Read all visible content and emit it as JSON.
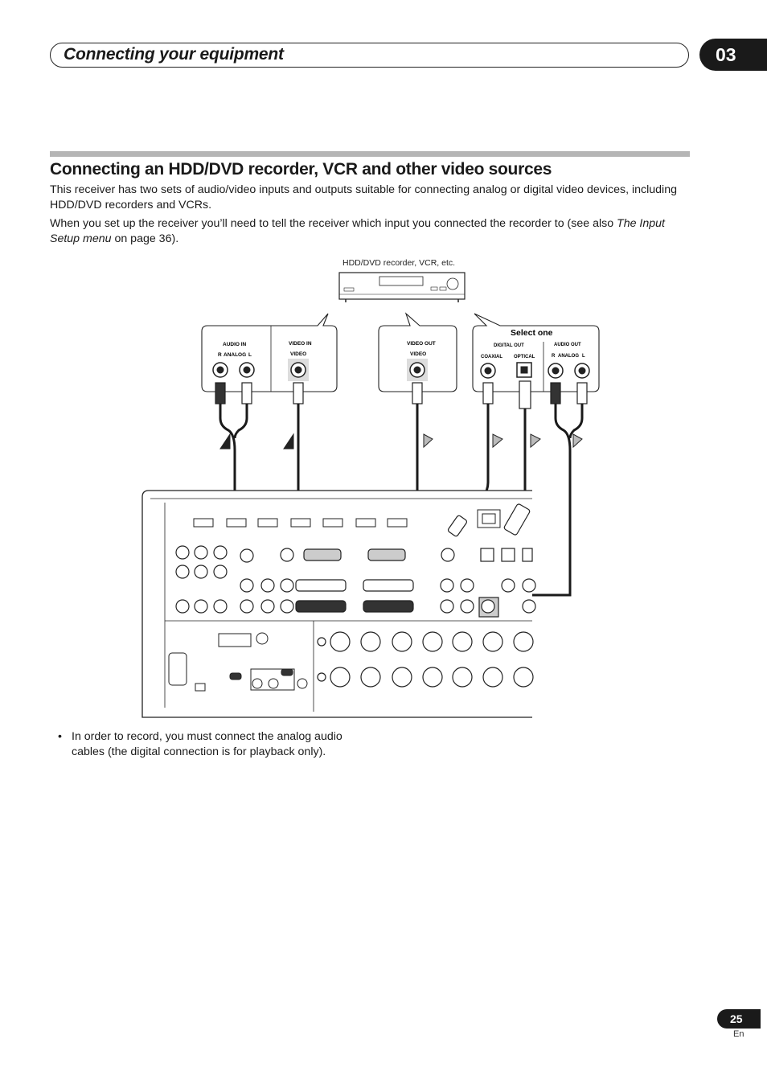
{
  "header": {
    "title": "Connecting your equipment",
    "chapter": "03"
  },
  "section": {
    "title": "Connecting an HDD/DVD recorder, VCR and other video sources",
    "para1": "This receiver has two sets of audio/video inputs and outputs suitable for connecting analog or digital video devices, including HDD/DVD recorders and VCRs.",
    "para2_before": "When you set up the receiver you’ll need to tell the receiver which input you connected the recorder to (see also ",
    "para2_italic": "The Input Setup menu",
    "para2_after": " on page 36)."
  },
  "diagram": {
    "device_label": "HDD/DVD recorder, VCR, etc.",
    "panels": {
      "audio_in": {
        "title": "AUDIO IN",
        "sub": "ANALOG",
        "r": "R",
        "l": "L"
      },
      "video_in": {
        "title": "VIDEO IN",
        "sub": "VIDEO"
      },
      "video_out": {
        "title": "VIDEO OUT",
        "sub": "VIDEO"
      },
      "outputs": {
        "select_label": "Select one",
        "digital_title": "DIGITAL OUT",
        "coaxial": "COAXIAL",
        "optical": "OPTICAL",
        "audio_out_title": "AUDIO OUT",
        "audio_sub": "ANALOG",
        "r": "R",
        "l": "L"
      }
    }
  },
  "bullet": {
    "text": "In order to record, you must connect the analog audio cables (the digital connection is for playback only)."
  },
  "footer": {
    "page_number": "25",
    "language": "En"
  }
}
